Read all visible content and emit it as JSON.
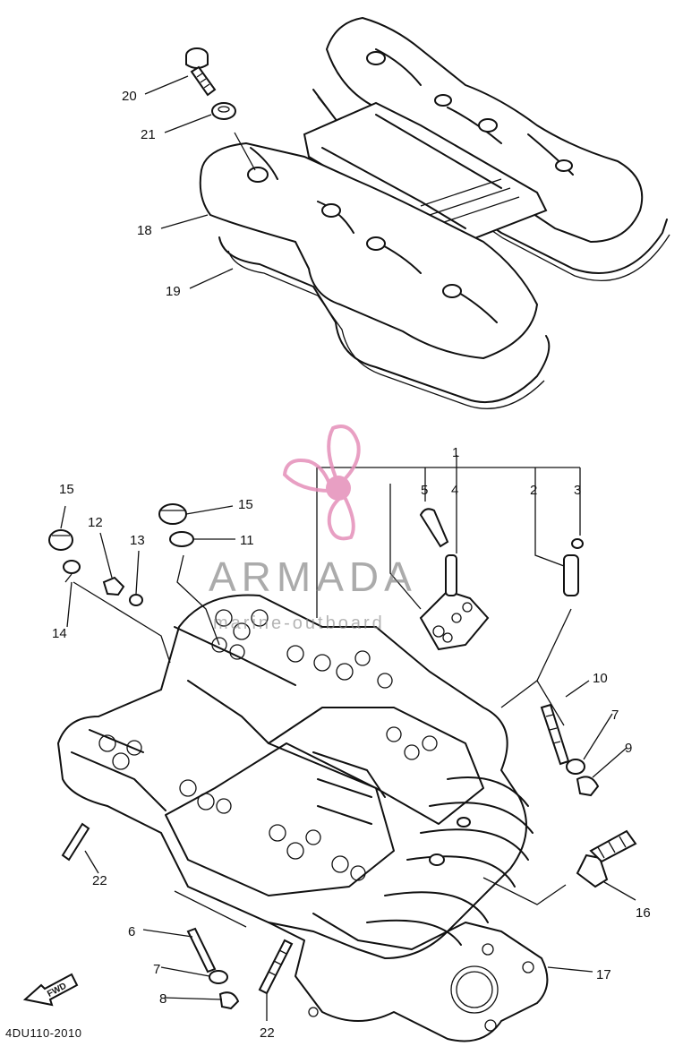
{
  "callouts": [
    "1",
    "2",
    "3",
    "4",
    "5",
    "6",
    "7",
    "7",
    "8",
    "9",
    "10",
    "11",
    "12",
    "13",
    "14",
    "15",
    "15",
    "16",
    "17",
    "18",
    "19",
    "20",
    "21",
    "22",
    "22"
  ],
  "ref_code": "4DU110-2010",
  "fwd_label": "FWD",
  "watermark": {
    "name": "ARMADA",
    "subtitle": "marine-outboard",
    "logo_color": "#e58fb9"
  },
  "line_color": "#111111"
}
